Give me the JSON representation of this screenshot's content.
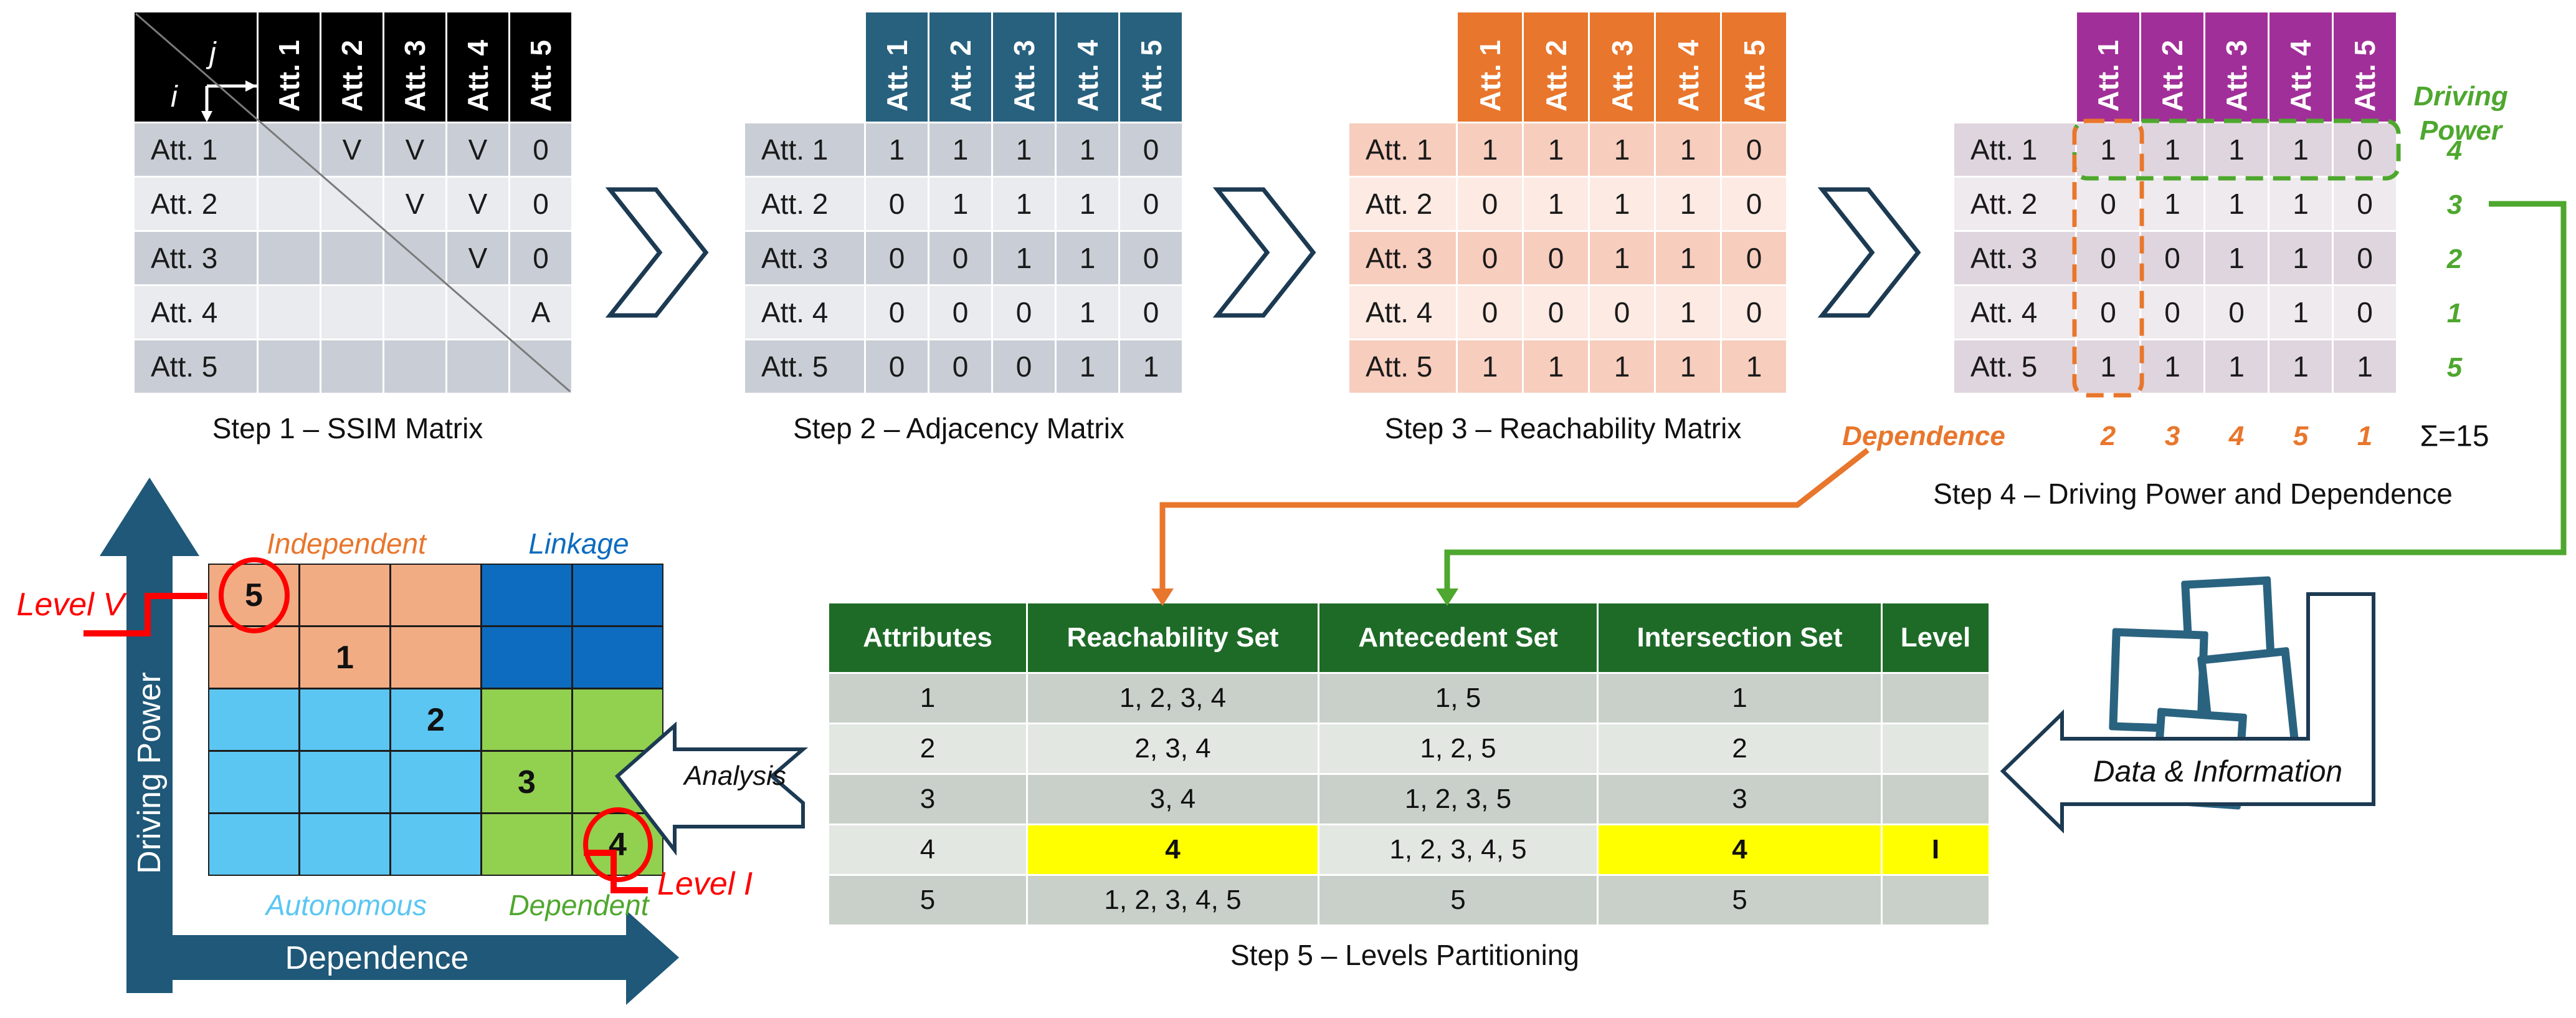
{
  "colors": {
    "step1_header": "#000000",
    "step2_header": "#27617E",
    "step3_header": "#E8762C",
    "step4_header": "#A12F99",
    "step5_header": "#1E6B28",
    "row_gray_dark": "#C9CED6",
    "row_gray_light": "#E9EBEF",
    "row_orange_dark": "#F7CDBD",
    "row_orange_light": "#FCEAE3",
    "row_purple_dark": "#DFD5DE",
    "row_purple_light": "#EFEAEE",
    "row_green_dark": "#C9D0C9",
    "row_green_light": "#E3E7E2",
    "highlight_yellow": "#FFFF00",
    "green_accent": "#4EA72E",
    "orange_accent": "#E8762C",
    "red_accent": "#FF0000",
    "navy_outline": "#1C3A52",
    "axis_teal": "#1F5878",
    "quad_independent": "#F2AC84",
    "quad_linkage": "#0D6CBF",
    "quad_autonomous": "#5BC6F2",
    "quad_dependent": "#92D050",
    "note_teal": "#2A6380",
    "diagonal_gray": "#7A7A7A"
  },
  "matrix_col_headers": [
    "Att. 1",
    "Att. 2",
    "Att. 3",
    "Att. 4",
    "Att. 5"
  ],
  "row_labels": [
    "Att. 1",
    "Att. 2",
    "Att. 3",
    "Att. 4",
    "Att. 5"
  ],
  "step1": {
    "caption": "Step 1 – SSIM Matrix",
    "corner": {
      "j": "j",
      "i": "i"
    },
    "rows": [
      [
        "",
        "V",
        "V",
        "V",
        "0"
      ],
      [
        "",
        "",
        "V",
        "V",
        "0"
      ],
      [
        "",
        "",
        "",
        "V",
        "0"
      ],
      [
        "",
        "",
        "",
        "",
        "A"
      ],
      [
        "",
        "",
        "",
        "",
        ""
      ]
    ]
  },
  "step2": {
    "caption": "Step 2 – Adjacency Matrix",
    "rows": [
      [
        "1",
        "1",
        "1",
        "1",
        "0"
      ],
      [
        "0",
        "1",
        "1",
        "1",
        "0"
      ],
      [
        "0",
        "0",
        "1",
        "1",
        "0"
      ],
      [
        "0",
        "0",
        "0",
        "1",
        "0"
      ],
      [
        "0",
        "0",
        "0",
        "1",
        "1"
      ]
    ]
  },
  "step3": {
    "caption": "Step 3 – Reachability Matrix",
    "rows": [
      [
        "1",
        "1",
        "1",
        "1",
        "0"
      ],
      [
        "0",
        "1",
        "1",
        "1",
        "0"
      ],
      [
        "0",
        "0",
        "1",
        "1",
        "0"
      ],
      [
        "0",
        "0",
        "0",
        "1",
        "0"
      ],
      [
        "1",
        "1",
        "1",
        "1",
        "1"
      ]
    ]
  },
  "step4": {
    "caption": "Step 4 – Driving Power and Dependence",
    "rows": [
      [
        "1",
        "1",
        "1",
        "1",
        "0"
      ],
      [
        "0",
        "1",
        "1",
        "1",
        "0"
      ],
      [
        "0",
        "0",
        "1",
        "1",
        "0"
      ],
      [
        "0",
        "0",
        "0",
        "1",
        "0"
      ],
      [
        "1",
        "1",
        "1",
        "1",
        "1"
      ]
    ],
    "driving_label_line1": "Driving",
    "driving_label_line2": "Power",
    "driving_values": [
      "4",
      "3",
      "2",
      "1",
      "5"
    ],
    "dependence_label": "Dependence",
    "dependence_values": [
      "2",
      "3",
      "4",
      "5",
      "1"
    ],
    "sum_label": "Σ=15"
  },
  "step5": {
    "caption": "Step 5 – Levels Partitioning",
    "headers": [
      "Attributes",
      "Reachability Set",
      "Antecedent Set",
      "Intersection Set",
      "Level"
    ],
    "rows": [
      [
        "1",
        "1, 2, 3, 4",
        "1, 5",
        "1",
        ""
      ],
      [
        "2",
        "2, 3, 4",
        "1, 2, 5",
        "2",
        ""
      ],
      [
        "3",
        "3, 4",
        "1, 2, 3, 5",
        "3",
        ""
      ],
      [
        "4",
        "4",
        "1, 2, 3, 4, 5",
        "4",
        "I"
      ],
      [
        "5",
        "1, 2, 3, 4, 5",
        "5",
        "5",
        ""
      ]
    ],
    "highlight_cells": [
      [
        3,
        1
      ],
      [
        3,
        3
      ],
      [
        3,
        4
      ]
    ]
  },
  "quadrant": {
    "y_axis": "Driving Power",
    "x_axis": "Dependence",
    "labels": {
      "independent": "Independent",
      "linkage": "Linkage",
      "autonomous": "Autonomous",
      "dependent": "Dependent"
    },
    "numbers": [
      {
        "row": 0,
        "col": 0,
        "value": "5",
        "circled": true
      },
      {
        "row": 1,
        "col": 1,
        "value": "1",
        "circled": false
      },
      {
        "row": 2,
        "col": 2,
        "value": "2",
        "circled": false
      },
      {
        "row": 3,
        "col": 3,
        "value": "3",
        "circled": false
      },
      {
        "row": 4,
        "col": 4,
        "value": "4",
        "circled": true
      }
    ],
    "level_v": "Level V",
    "level_i": "Level I"
  },
  "annotations": {
    "analysis": "Analysis",
    "data_information": "Data & Information"
  }
}
